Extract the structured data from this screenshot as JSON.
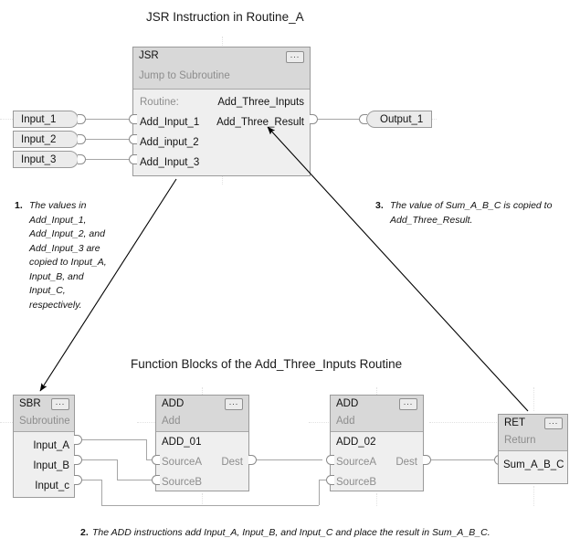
{
  "diagram": {
    "top_title": "JSR Instruction in Routine_A",
    "bottom_title": "Function Blocks of the Add_Three_Inputs Routine",
    "colors": {
      "block_body": "#efefef",
      "block_header": "#d8d8d8",
      "block_border": "#9a9a9a",
      "wire": "#a6a6a6",
      "muted_text": "#8d8d8d",
      "text": "#111111"
    }
  },
  "top_section": {
    "input_tags": [
      {
        "label": "Input_1"
      },
      {
        "label": "Input_2"
      },
      {
        "label": "Input_3"
      }
    ],
    "output_tags": [
      {
        "label": "Output_1"
      }
    ],
    "jsr_block": {
      "name": "JSR",
      "subtitle": "Jump to Subroutine",
      "menu_icon": "ellipsis-icon",
      "menu_label": "...",
      "rows": [
        {
          "left": "Routine:",
          "right": "Add_Three_Inputs",
          "left_muted": true
        },
        {
          "left": "Add_Input_1",
          "right": "Add_Three_Result",
          "left_muted": false
        },
        {
          "left": "Add_input_2",
          "right": "",
          "left_muted": false
        },
        {
          "left": "Add_Input_3",
          "right": "",
          "left_muted": false
        }
      ]
    }
  },
  "bottom_section": {
    "sbr_block": {
      "name": "SBR",
      "subtitle": "Subroutine",
      "menu_label": "...",
      "outputs": [
        "Input_A",
        "Input_B",
        "Input_c"
      ]
    },
    "add_blocks": [
      {
        "name": "ADD",
        "subtitle": "Add",
        "menu_label": "...",
        "instance": "ADD_01",
        "inputs": [
          "SourceA",
          "SourceB"
        ],
        "outputs": [
          "Dest"
        ]
      },
      {
        "name": "ADD",
        "subtitle": "Add",
        "menu_label": "...",
        "instance": "ADD_02",
        "inputs": [
          "SourceA",
          "SourceB"
        ],
        "outputs": [
          "Dest"
        ]
      }
    ],
    "ret_block": {
      "name": "RET",
      "subtitle": "Return",
      "menu_label": "...",
      "inputs": [
        "Sum_A_B_C"
      ]
    }
  },
  "notes": [
    {
      "number": "1.",
      "text": "The values in Add_Input_1, Add_Input_2, and Add_Input_3 are copied to Input_A, Input_B, and Input_C, respectively."
    },
    {
      "number": "3.",
      "text": "The value of Sum_A_B_C is copied to Add_Three_Result."
    },
    {
      "number": "2.",
      "text": "The ADD instructions add Input_A, Input_B, and Input_C and place the result in Sum_A_B_C."
    }
  ]
}
